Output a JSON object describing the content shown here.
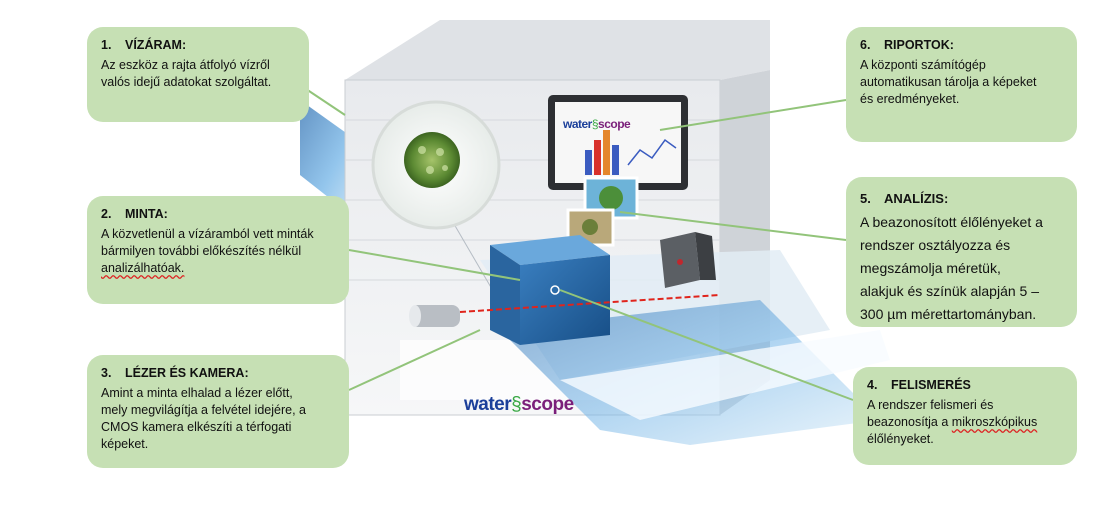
{
  "callouts": [
    {
      "id": "c1",
      "number": "1.",
      "title": "VÍZÁRAM:",
      "lines": [
        "Az eszköz a rajta átfolyó vízről",
        "valós idejű adatokat szolgáltat."
      ]
    },
    {
      "id": "c2",
      "number": "2.",
      "title": "MINTA:",
      "lines": [
        "A közvetlenül a vízáramból vett minták",
        "bármilyen további előkészítés nélkül"
      ],
      "underlined": "analizálhatóak."
    },
    {
      "id": "c3",
      "number": "3.",
      "title": "LÉZER ÉS KAMERA:",
      "lines": [
        "Amint a minta elhalad a lézer előtt,",
        "mely megvilágítja a felvétel idejére, a",
        "CMOS kamera elkészíti a térfogati",
        "képeket."
      ]
    },
    {
      "id": "c4",
      "number": "4.",
      "title": "FELISMERÉS",
      "lines": [
        "A rendszer felismeri és"
      ],
      "line_pre": "beazonosítja a ",
      "underlined": "mikroszkópikus",
      "tail": "élőlényeket."
    },
    {
      "id": "c5",
      "number": "5.",
      "title": "ANALÍZIS:",
      "lines": [
        "A beazonosított élőlényeket a",
        "rendszer osztályozza és",
        "megszámolja méretük,",
        "alakjuk és színük alapján 5 –",
        "300 µm mérettartományban."
      ]
    },
    {
      "id": "c6",
      "number": "6.",
      "title": "RIPORTOK:",
      "lines": [
        "A központi számítógép",
        "automatikusan tárolja a képeket",
        "és eredményeket."
      ]
    }
  ],
  "logo": {
    "word1": "water",
    "word2": "scope",
    "helix": "§"
  },
  "colors": {
    "callout_bg": "#c6e0b4",
    "callout_stroke": "#a9c98f",
    "logo_blue": "#1b3f9a",
    "logo_purple": "#7a1f7a",
    "logo_green": "#39a845"
  }
}
